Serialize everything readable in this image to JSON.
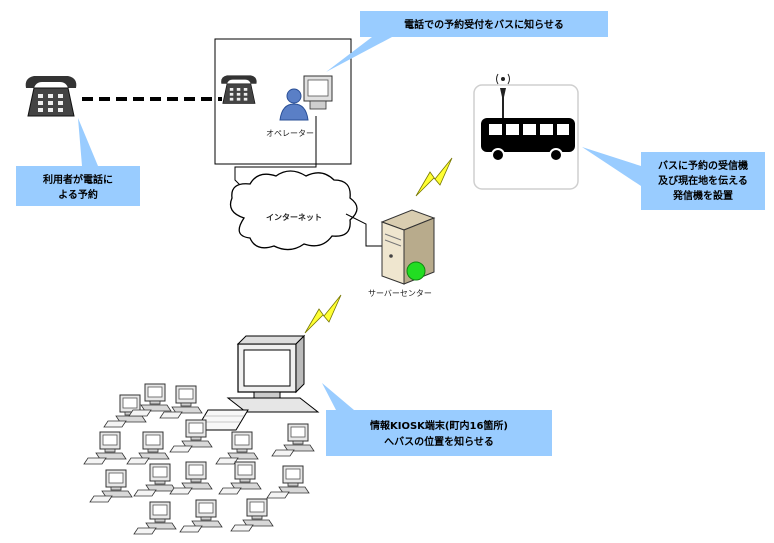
{
  "callouts": {
    "operator": "電話での予約受付をバスに知らせる",
    "user_line1": "利用者が電話に",
    "user_line2": "よる予約",
    "bus_line1": "バスに予約の受信機",
    "bus_line2": "及び現在地を伝える",
    "bus_line3": "発信機を設置",
    "kiosk_line1": "情報KIOSK端末(町内16箇所)",
    "kiosk_line2": "へバスの位置を知らせる"
  },
  "labels": {
    "operator": "オペレーター",
    "internet": "インターネット",
    "server": "サーバーセンター"
  },
  "colors": {
    "callout_fill": "#99ccff",
    "lightning": "#ffff33",
    "server_led": "#22dd22"
  },
  "icons": [
    "telephone-icon",
    "person-icon",
    "computer-icon",
    "bus-icon",
    "antenna-icon",
    "server-icon",
    "cloud-icon",
    "lightning-icon"
  ]
}
